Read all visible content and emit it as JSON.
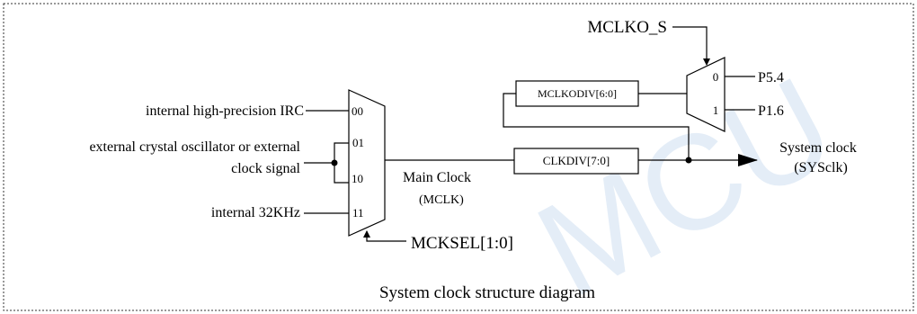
{
  "diagram": {
    "caption": "System clock structure diagram",
    "watermark": "MCU",
    "inputs": {
      "irc": "internal high-precision IRC",
      "xosc_line1": "external crystal oscillator or external",
      "xosc_line2": "clock signal",
      "k32": "internal 32KHz"
    },
    "main_mux": {
      "port_00": "00",
      "port_01": "01",
      "port_10": "10",
      "port_11": "11",
      "select": "MCKSEL[1:0]"
    },
    "main_clock": {
      "line1": "Main Clock",
      "line2": "(MCLK)"
    },
    "clkdiv": "CLKDIV[7:0]",
    "mclkodiv": "MCLKODIV[6:0]",
    "output_mux": {
      "select": "MCLKO_S",
      "port_0": "0",
      "port_1": "1",
      "out_0": "P5.4",
      "out_1": "P1.6"
    },
    "sysclk": {
      "line1": "System clock",
      "line2": "(SYSclk)"
    }
  }
}
